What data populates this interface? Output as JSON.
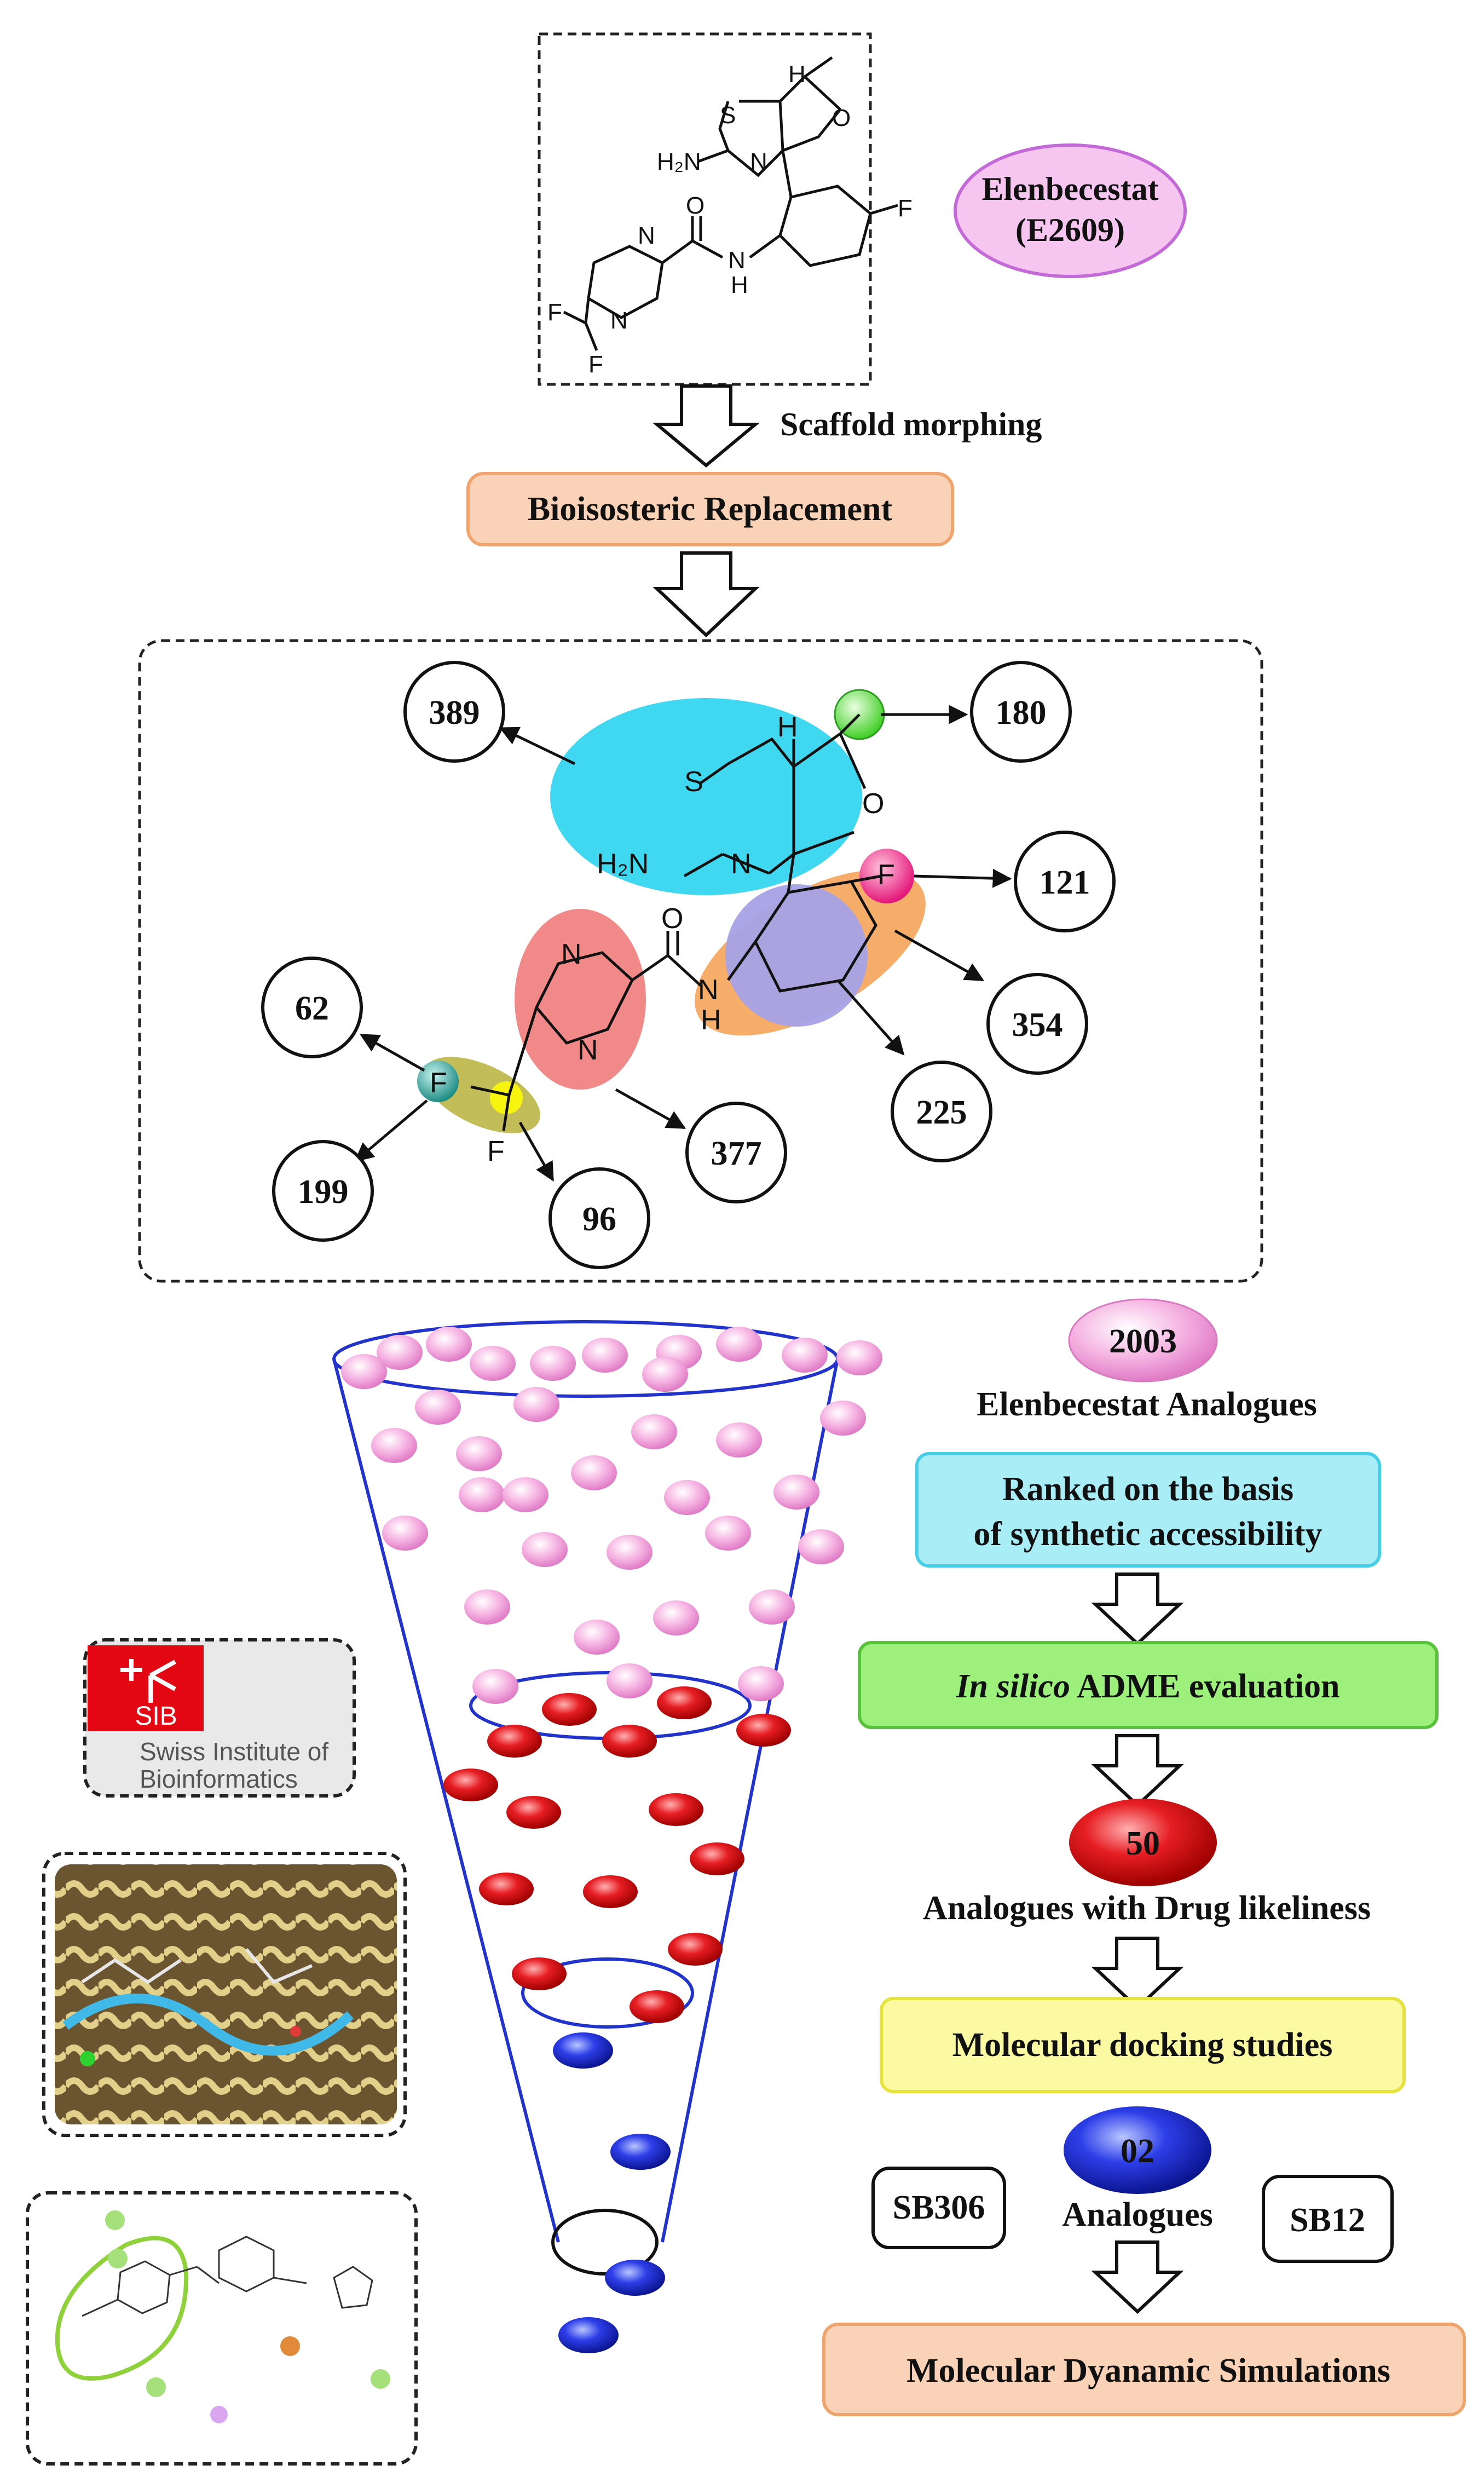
{
  "drug": {
    "name": "Elenbecestat",
    "code": "(E2609)"
  },
  "steps": {
    "scaffold_morphing": "Scaffold morphing",
    "bioisosteric": "Bioisosteric Replacement",
    "count_2003": "2003",
    "analogues_label": "Elenbecestat Analogues",
    "ranked_line1": "Ranked on the basis",
    "ranked_line2": "of synthetic accessibility",
    "adme_italic": "In silico",
    "adme_rest": " ADME evaluation",
    "count_50": "50",
    "drug_likeliness": "Analogues with Drug likeliness",
    "docking": "Molecular docking studies",
    "count_02": "02",
    "analogues_word": "Analogues",
    "sb306": "SB306",
    "sb12": "SB12",
    "md": "Molecular Dyanamic Simulations"
  },
  "sites": {
    "s389": "389",
    "s180": "180",
    "s121": "121",
    "s354": "354",
    "s225": "225",
    "s62": "62",
    "s199": "199",
    "s96": "96",
    "s377": "377"
  },
  "atoms": {
    "H": "H",
    "S": "S",
    "O": "O",
    "N": "N",
    "F": "F",
    "NH2": "H₂N",
    "NH": "N",
    "NH_H": "H"
  },
  "sib": {
    "logo": "SIB",
    "line1": "Swiss Institute of",
    "line2": "Bioinformatics"
  },
  "colors": {
    "pink_bubble": "#f29bd6",
    "red_bubble": "#e0141c",
    "blue_bubble": "#1f2fd6",
    "funnel": "#2233cc",
    "orange_box": "#fad2b8",
    "cyan_box": "#a9edf7",
    "green_box": "#9ef07c",
    "yellow_box": "#fbfaa3",
    "sib_red": "#e30613"
  }
}
